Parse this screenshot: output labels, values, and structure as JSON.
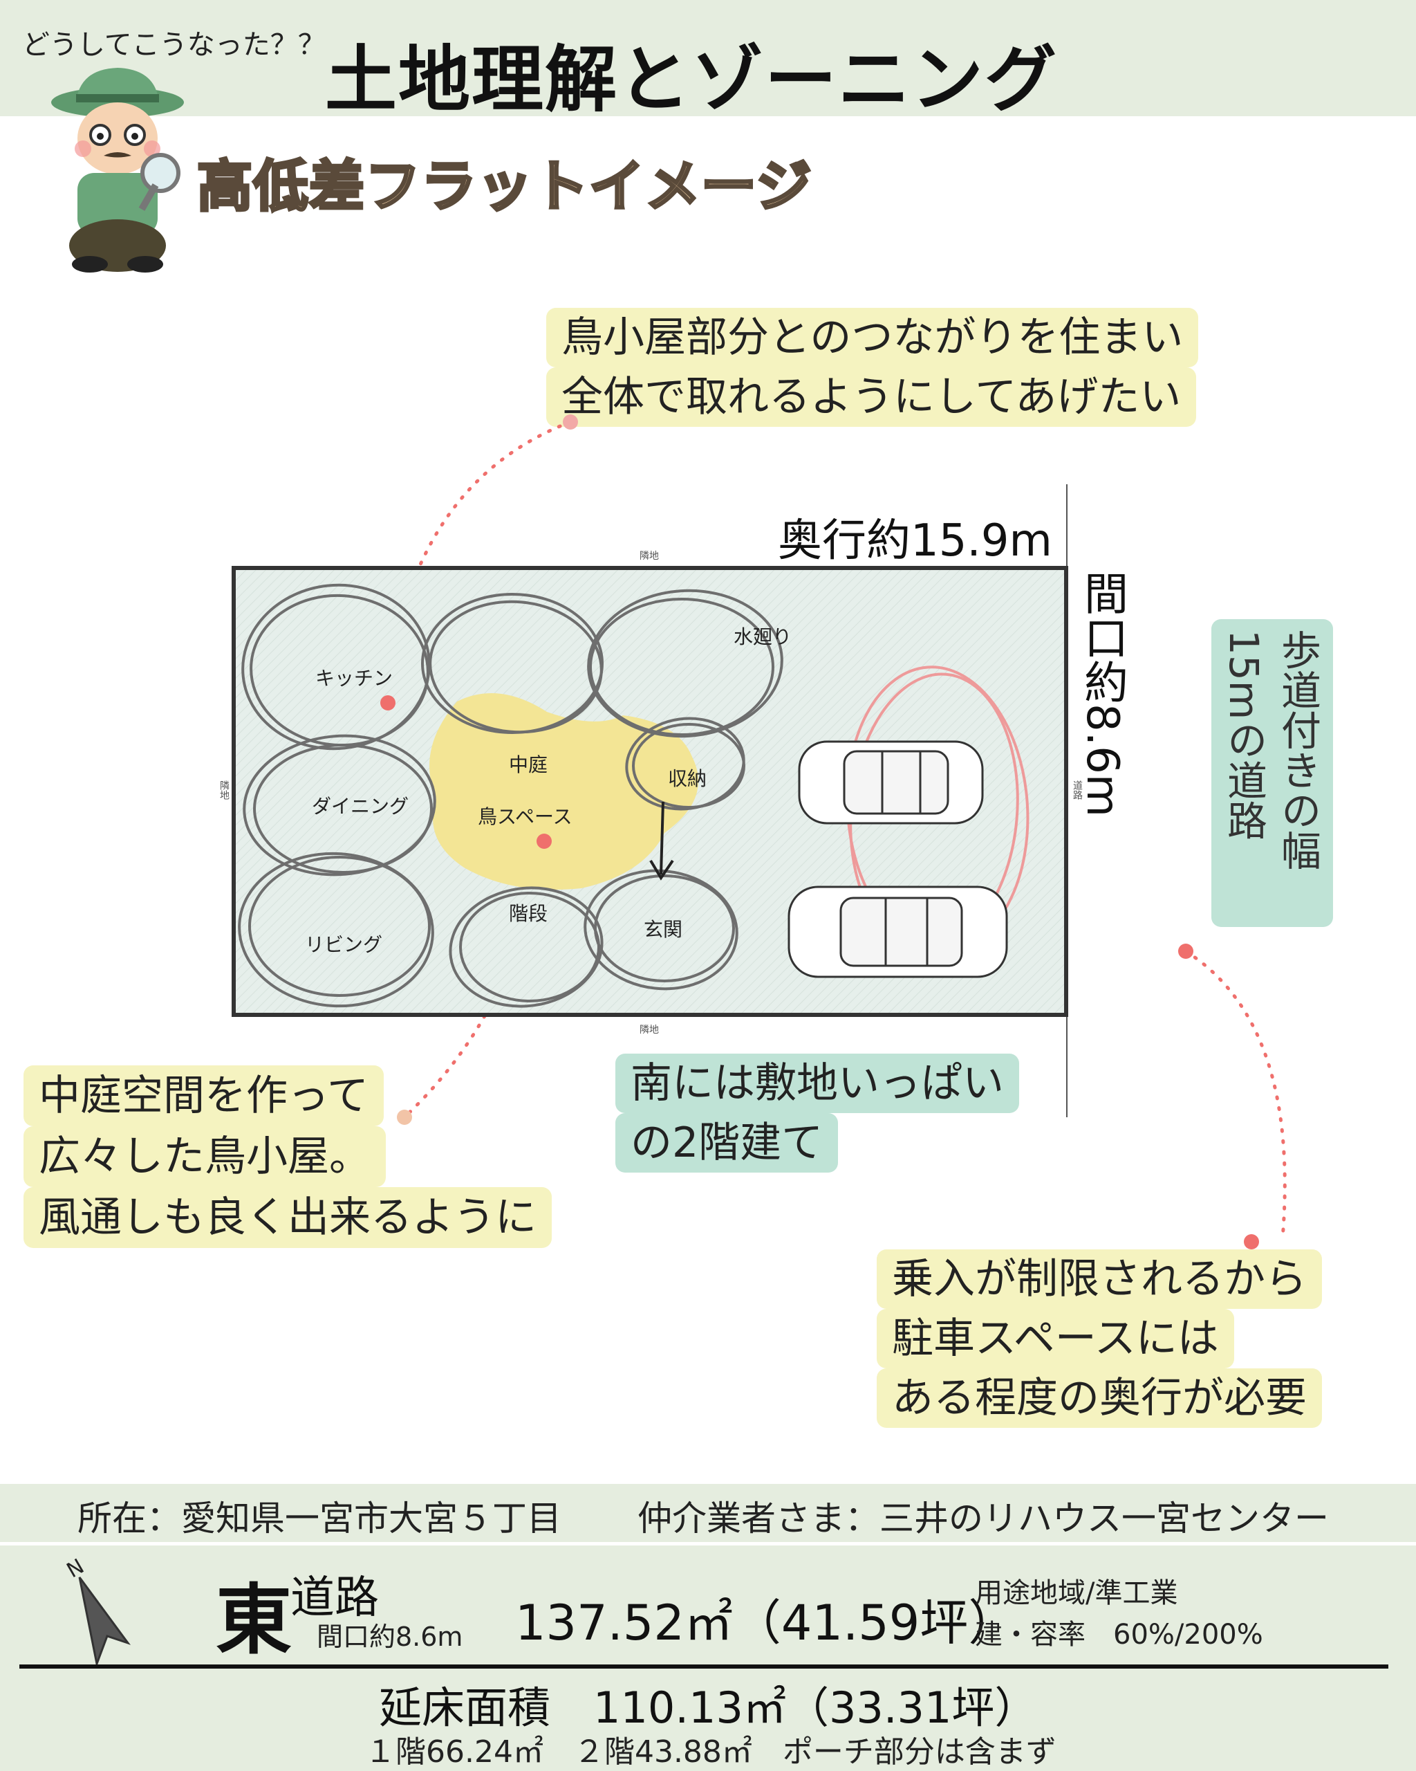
{
  "header": {
    "subtitle": "どうしてこうなった？？",
    "title": "土地理解とゾーニング",
    "section_title": "高低差フラットイメージ"
  },
  "notes": {
    "top_line1": "鳥小屋部分とのつながりを住まい",
    "top_line2": "全体で取れるようにしてあげたい",
    "left_line1": "中庭空間を作って",
    "left_line2": "広々した鳥小屋。",
    "left_line3": "風通しも良く出来るように",
    "south_line1": "南には敷地いっぱい",
    "south_line2": "の2階建て",
    "right_line1": "乗入が制限されるから",
    "right_line2": "駐車スペースには",
    "right_line3": "ある程度の奥行が必要",
    "road": "歩道付きの幅15mの道路"
  },
  "site": {
    "depth_label": "奥行約15.9m",
    "frontage_label": "間口約8.6m",
    "neighbor_top": "隣地",
    "neighbor_bottom": "隣地",
    "neighbor_left": "隣地",
    "neighbor_right": "道路",
    "rooms": [
      "キッチン",
      "水廻り",
      "中庭",
      "鳥スペース",
      "収納",
      "ダイニング",
      "階段",
      "玄関",
      "リビング"
    ]
  },
  "info": {
    "location": "所在：愛知県一宮市大宮５丁目",
    "broker": "仲介業者さま：三井のリハウス一宮センター"
  },
  "summary": {
    "direction": "東",
    "road_word": "道路",
    "frontage": "間口約8.6m",
    "area": "137.52㎡（41.59坪）",
    "zoning": "用途地域/準工業",
    "ratio": "建・容率　60%/200%",
    "floor_label": "延床面積　110.13㎡（33.31坪）",
    "floor_breakdown": "１階66.24㎡　２階43.88㎡　ポーチ部分は含まず",
    "north_letter": "N"
  },
  "colors": {
    "band": "#e5eddf",
    "yellow_note": "#f5f3c0",
    "green_note": "#bfe3d6",
    "dot": "#ef6f6c",
    "courtyard": "#f3e595"
  }
}
